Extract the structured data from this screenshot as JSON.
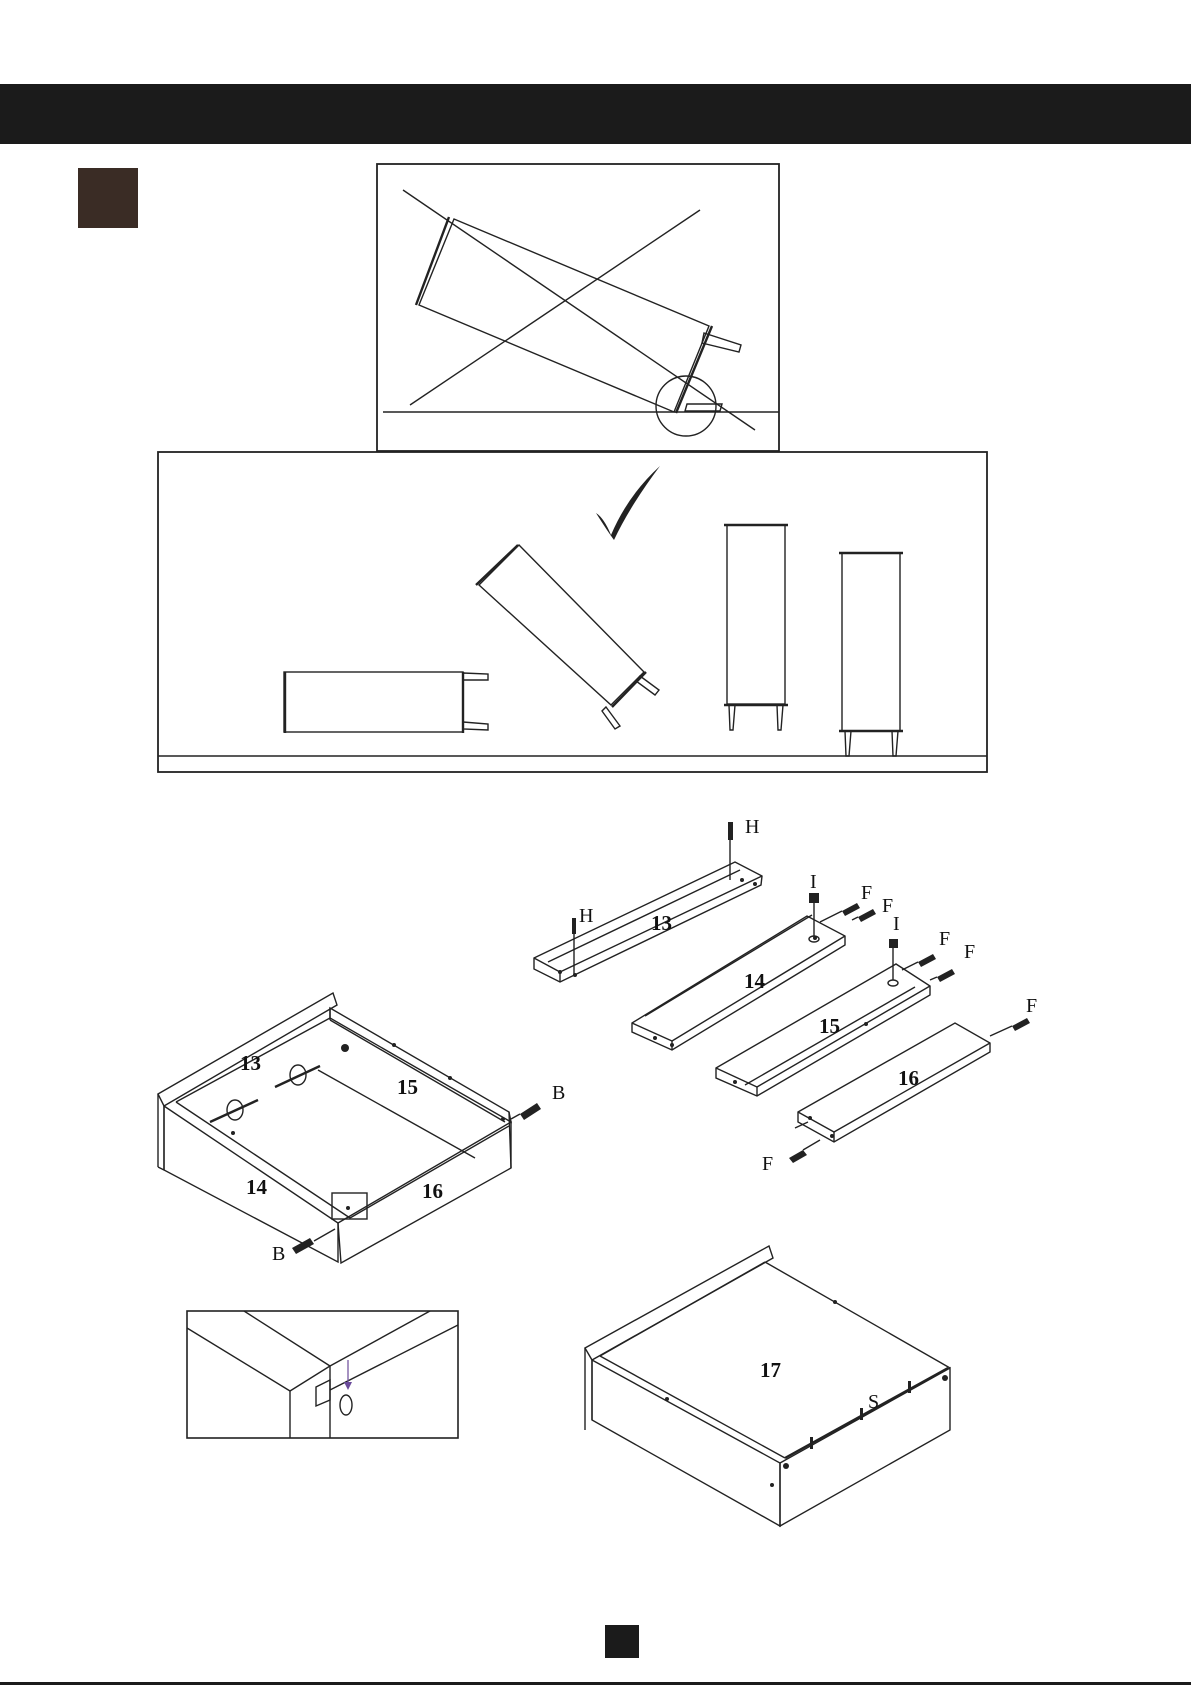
{
  "colors": {
    "header": "#1b1b1b",
    "step_marker": "#3a2c25",
    "page_marker": "#1b1b1b"
  },
  "icons": {
    "check": "check-mark-icon",
    "wrong": "cross-out-icon",
    "detail": "magnify-circle-icon"
  },
  "hardware_labels": {
    "H": "H",
    "I": "I",
    "F": "F",
    "B": "B",
    "S": "S"
  },
  "panel_labels": {
    "p13": "13",
    "p14": "14",
    "p15": "15",
    "p16": "16",
    "p17": "17"
  }
}
